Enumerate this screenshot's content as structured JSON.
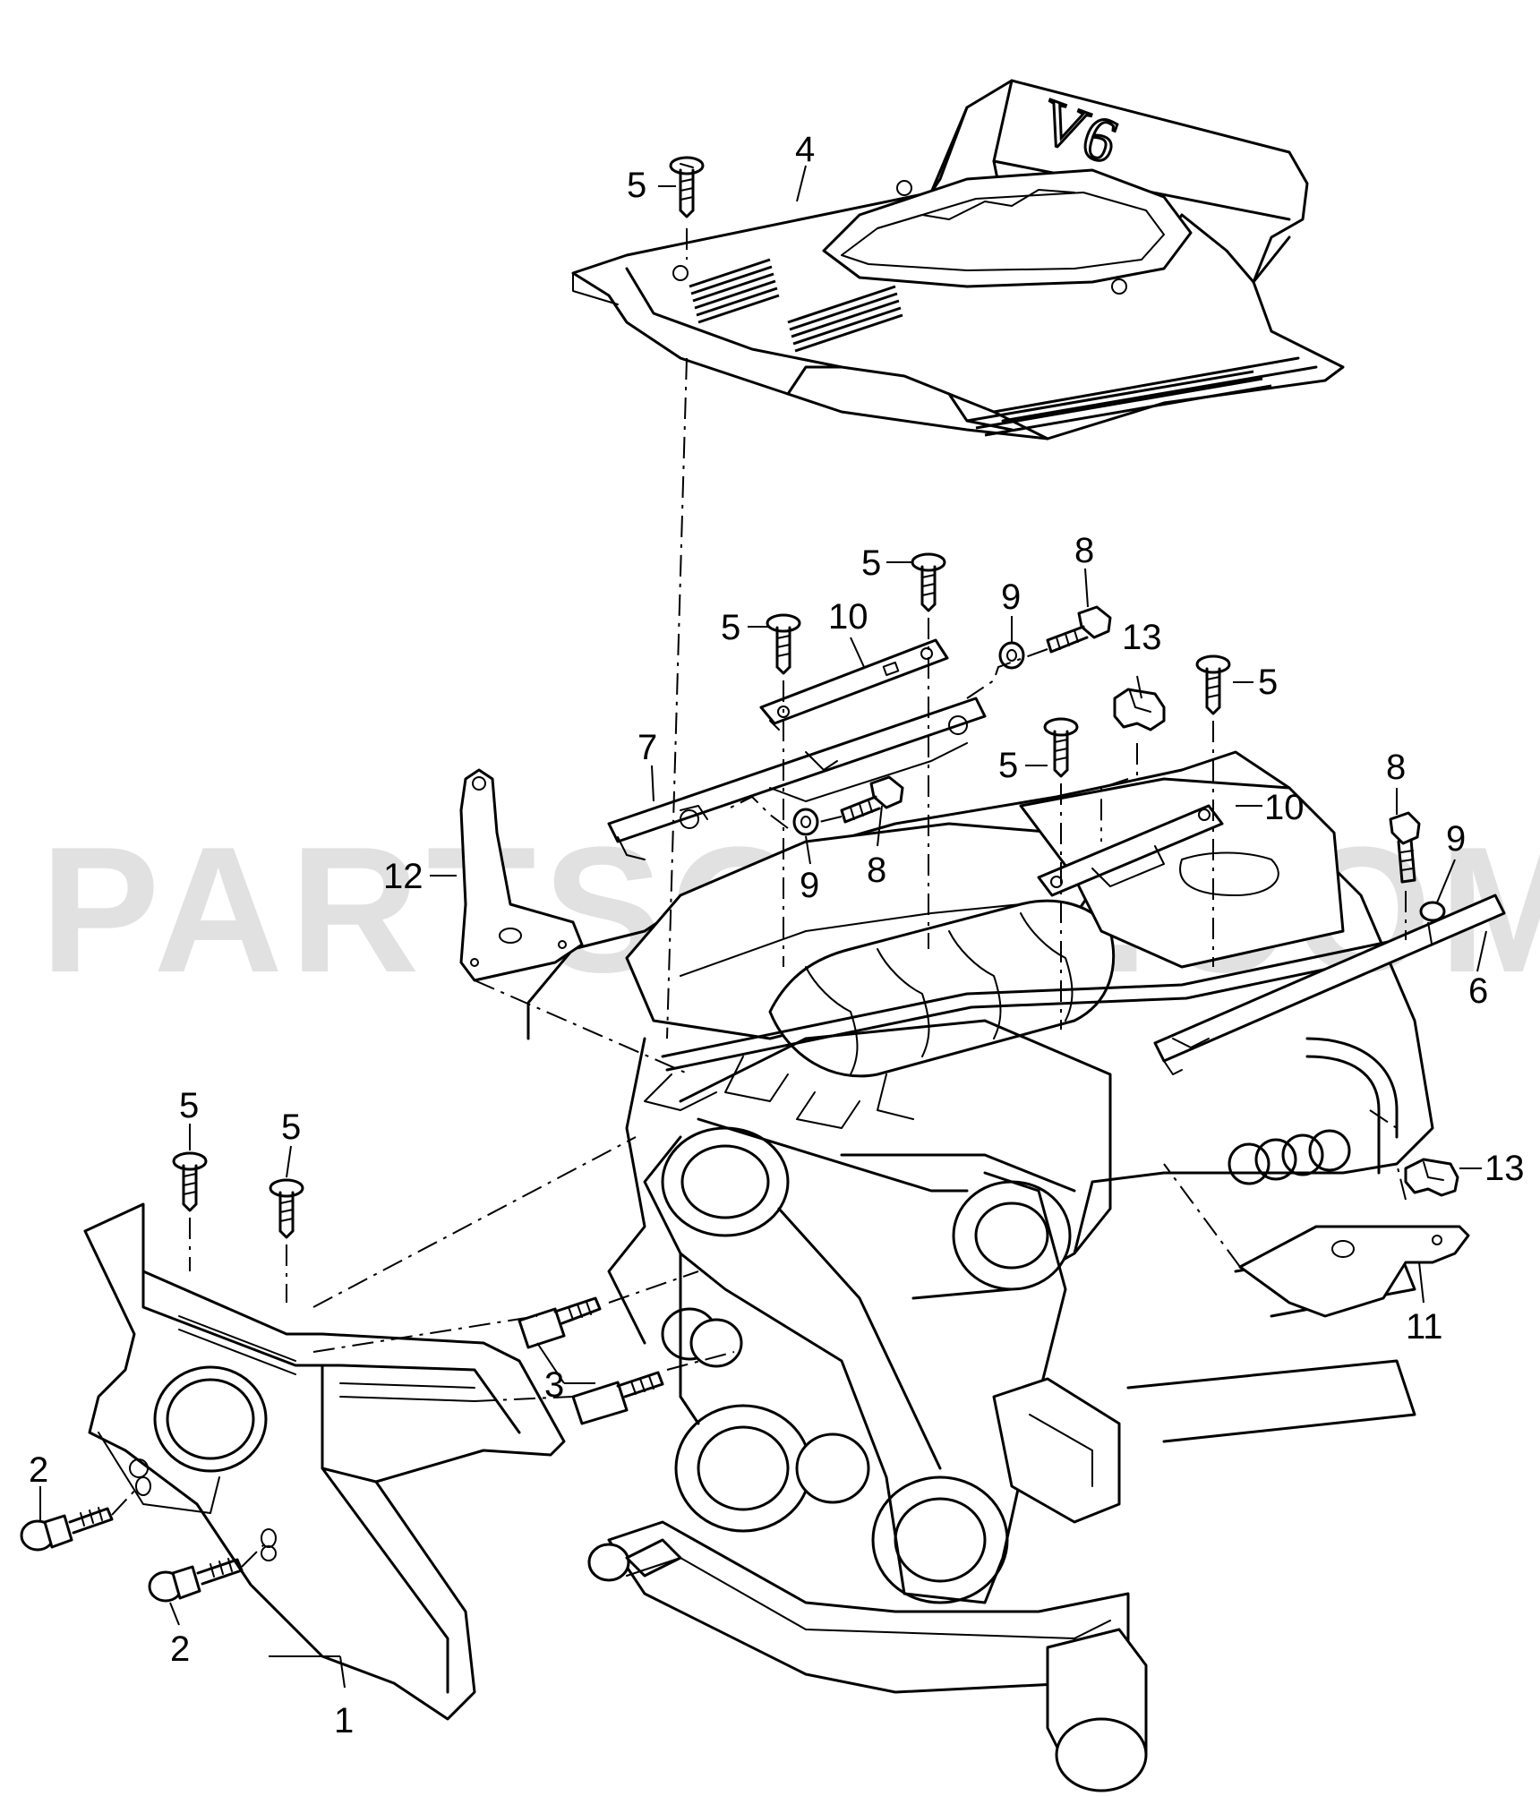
{
  "watermark": "PARTSOUQ.COM",
  "cover_lettering": "V6",
  "callouts": {
    "c1": "1",
    "c2a": "2",
    "c2b": "2",
    "c3": "3",
    "c4": "4",
    "c5a": "5",
    "c5b": "5",
    "c5c": "5",
    "c5d": "5",
    "c5e": "5",
    "c5f": "5",
    "c5g": "5",
    "c6": "6",
    "c7": "7",
    "c8a": "8",
    "c8b": "8",
    "c8c": "8",
    "c9a": "9",
    "c9b": "9",
    "c9c": "9",
    "c10a": "10",
    "c10b": "10",
    "c11": "11",
    "c12": "12",
    "c13a": "13",
    "c13b": "13"
  },
  "colors": {
    "line": "#000000",
    "background": "#ffffff",
    "watermark": "#c9c9c9"
  }
}
